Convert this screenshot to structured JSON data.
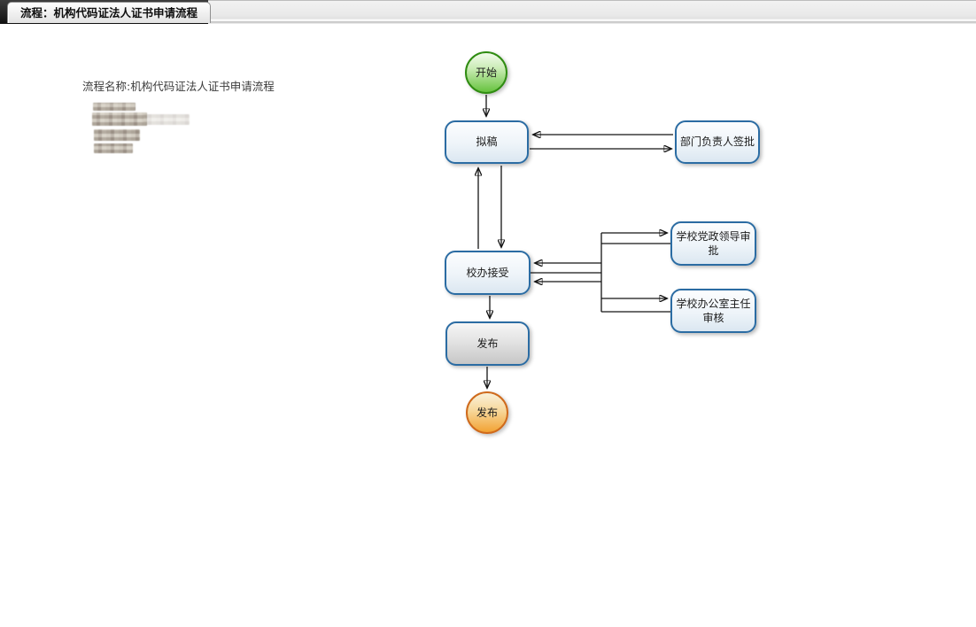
{
  "header": {
    "tab_label": "流程：机构代码证法人证书申请流程"
  },
  "info": {
    "process_name_label": "流程名称:机构代码证法人证书申请流程"
  },
  "flowchart": {
    "nodes": {
      "start": {
        "type": "start-circle",
        "label": "开始"
      },
      "draft": {
        "type": "task",
        "label": "拟稿"
      },
      "dept_head_sign": {
        "type": "task",
        "label": "部门负责人签批"
      },
      "school_office_accept": {
        "type": "task",
        "label": "校办接受"
      },
      "school_leaders_approve": {
        "type": "task",
        "label": "学校党政领导审批"
      },
      "office_director_review": {
        "type": "task",
        "label": "学校办公室主任审核"
      },
      "publish": {
        "type": "task",
        "label": "发布"
      },
      "publish_end": {
        "type": "end-circle",
        "label": "发布"
      }
    },
    "edges": [
      {
        "from": "start",
        "to": "draft"
      },
      {
        "from": "draft",
        "to": "dept_head_sign"
      },
      {
        "from": "dept_head_sign",
        "to": "draft"
      },
      {
        "from": "draft",
        "to": "school_office_accept"
      },
      {
        "from": "school_office_accept",
        "to": "draft"
      },
      {
        "from": "school_office_accept",
        "to": "school_leaders_approve"
      },
      {
        "from": "school_leaders_approve",
        "to": "school_office_accept"
      },
      {
        "from": "school_office_accept",
        "to": "office_director_review"
      },
      {
        "from": "office_director_review",
        "to": "school_office_accept"
      },
      {
        "from": "school_office_accept",
        "to": "publish"
      },
      {
        "from": "publish",
        "to": "publish_end"
      }
    ]
  },
  "colors": {
    "task_border": "#2b6ca3",
    "start_border": "#2f8c11",
    "end_border": "#cf6a1c",
    "arrow": "#141414",
    "header_dark": "#1a1a1a"
  }
}
